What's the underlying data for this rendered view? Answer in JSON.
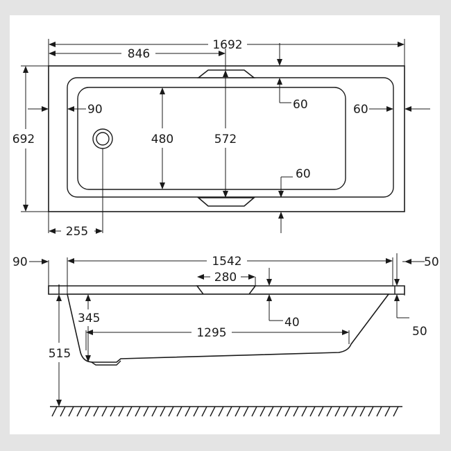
{
  "colors": {
    "background": "#e4e4e4",
    "line": "#1a1a1a",
    "paper": "#ffffff"
  },
  "top_view": {
    "overall_length": "1692",
    "half_length": "846",
    "overall_width": "692",
    "wall_top": "60",
    "wall_bottom": "60",
    "wall_end": "60",
    "wall_left": "90",
    "inner_width": "480",
    "width_at_handles": "572",
    "drain_offset": "255"
  },
  "side_view": {
    "rim_left": "90",
    "inner_length": "1542",
    "rim_right": "50",
    "rim_right_height": "50",
    "handle_length": "280",
    "handle_depth": "40",
    "inner_depth": "345",
    "floor_length": "1295",
    "overall_height": "515"
  }
}
